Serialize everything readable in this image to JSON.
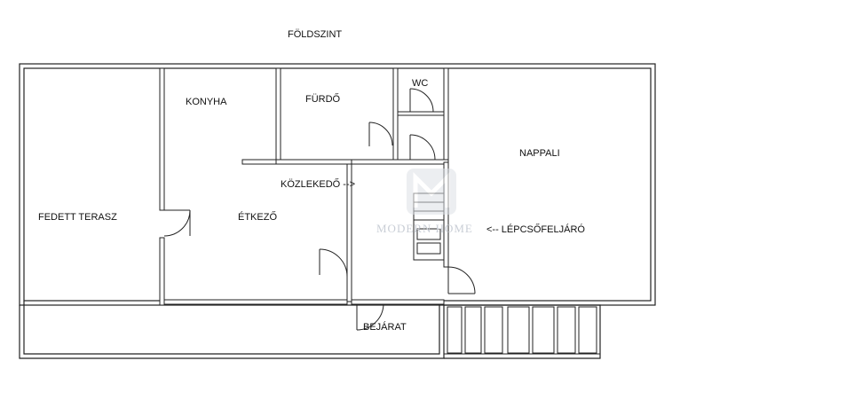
{
  "title": "FÖLDSZINT",
  "rooms": {
    "terrace": "FEDETT TERASZ",
    "kitchen": "KONYHA",
    "bathroom": "FÜRDŐ",
    "wc": "WC",
    "living": "NAPPALI",
    "dining": "ÉTKEZŐ",
    "corridor": "KÖZLEKEDŐ -->",
    "stairs": "<-- LÉPCSŐFELJÁRÓ",
    "entrance": "BEJÁRAT"
  },
  "watermark": {
    "text": "MODERN HOME"
  },
  "colors": {
    "wall": "#222222",
    "watermark": "#c9ced6",
    "background": "#ffffff"
  }
}
